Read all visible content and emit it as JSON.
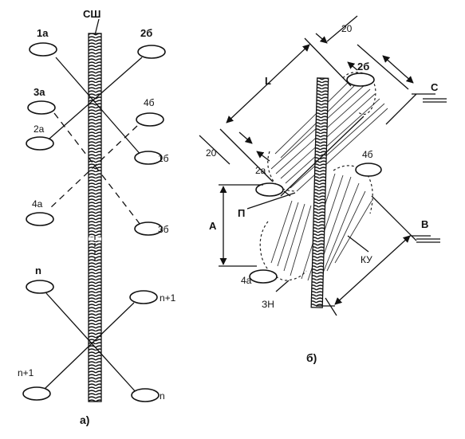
{
  "labels": {
    "weld": "СШ",
    "a_1a": "1а",
    "a_2b": "2б",
    "a_3a": "3а",
    "a_4b": "4б",
    "a_2a": "2а",
    "a_1b": "1б",
    "a_4a": "4а",
    "a_3b": "3б",
    "a_n_left": "n",
    "a_n1_right": "n+1",
    "a_n1_left": "n+1",
    "a_n_right": "n",
    "b_20_top": "20",
    "b_L": "L",
    "b_2b": "2б",
    "b_C": "С",
    "b_20_left": "20",
    "b_4b": "4б",
    "b_2a": "2а",
    "b_P": "П",
    "b_A": "А",
    "b_B": "В",
    "b_KU": "КУ",
    "b_4a": "4а",
    "b_ZN": "ЗН"
  },
  "captions": {
    "a": "а)",
    "b": "б)"
  }
}
